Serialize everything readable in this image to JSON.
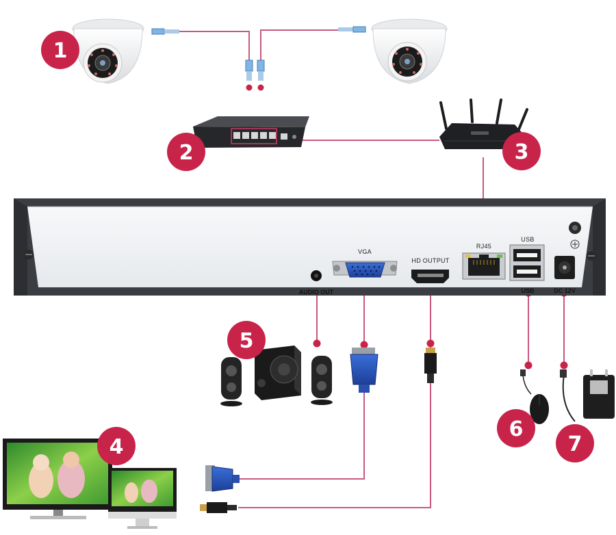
{
  "colors": {
    "accent": "#c8244a",
    "cable": "#c8587e",
    "panel_frame": "#3b3d42",
    "panel_face": "#f2f4f6"
  },
  "callouts": [
    {
      "number": "1",
      "target": "dome cameras"
    },
    {
      "number": "2",
      "target": "network switch"
    },
    {
      "number": "3",
      "target": "router"
    },
    {
      "number": "4",
      "target": "monitors"
    },
    {
      "number": "5",
      "target": "speakers"
    },
    {
      "number": "6",
      "target": "mouse"
    },
    {
      "number": "7",
      "target": "power adapter"
    }
  ],
  "panel_labels": {
    "vga": "VGA",
    "hd_output": "HD OUTPUT",
    "rj45": "RJ45",
    "usb_top": "USB",
    "usb_bottom": "USB",
    "audio_out": "AUDIO OUT",
    "dc": "DC 12V"
  }
}
